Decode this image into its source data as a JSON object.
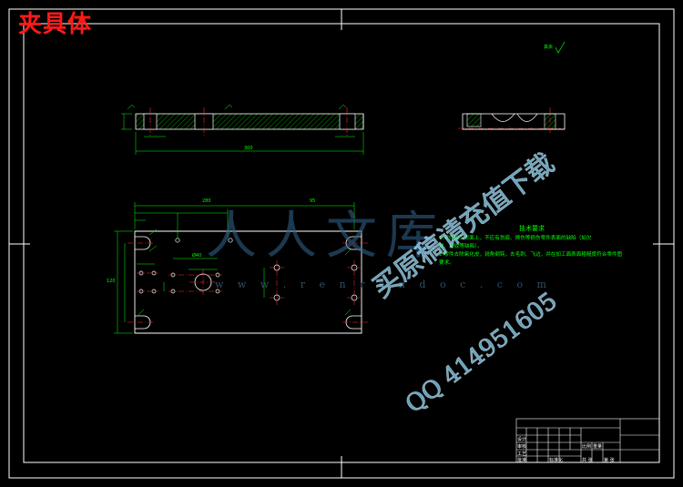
{
  "drawing": {
    "title": "夹具体",
    "roughness_note": "其余",
    "tech_requirements_title": "技术要求",
    "tech_requirements": [
      "1.零件加工表面上，不应有划痕、擦伤等损伤零件表面的缺陷（如欠",
      "缺、裂纹等缺陷）。",
      "2.零件去除氧化皮，锐角倒钝，去毛刺、飞边，并在加工面表面粗糙度符合零件图",
      "要求。"
    ]
  },
  "dimensions": {
    "top_view_overall": "300",
    "plan_width_a": "280",
    "plan_width_b": "95",
    "plan_height": "120",
    "bore_label": "Ø40"
  },
  "watermark": {
    "brand": "人人文库",
    "url": "w w w . r e n r e n d o c . c o m",
    "ad_line1": "买原稿请充值下载",
    "ad_line2": "QQ 414951605"
  },
  "title_block": {
    "labels": [
      "设计",
      "审核",
      "工艺",
      "批准",
      "标准化",
      "比例",
      "重量",
      "共 张",
      "第 张"
    ]
  },
  "colors": {
    "background": "#000000",
    "frame": "#ffffff",
    "geometry": "#ffffff",
    "dimension": "#00ff00",
    "center_line": "#ff2a2a",
    "title": "#ff1a1a"
  }
}
